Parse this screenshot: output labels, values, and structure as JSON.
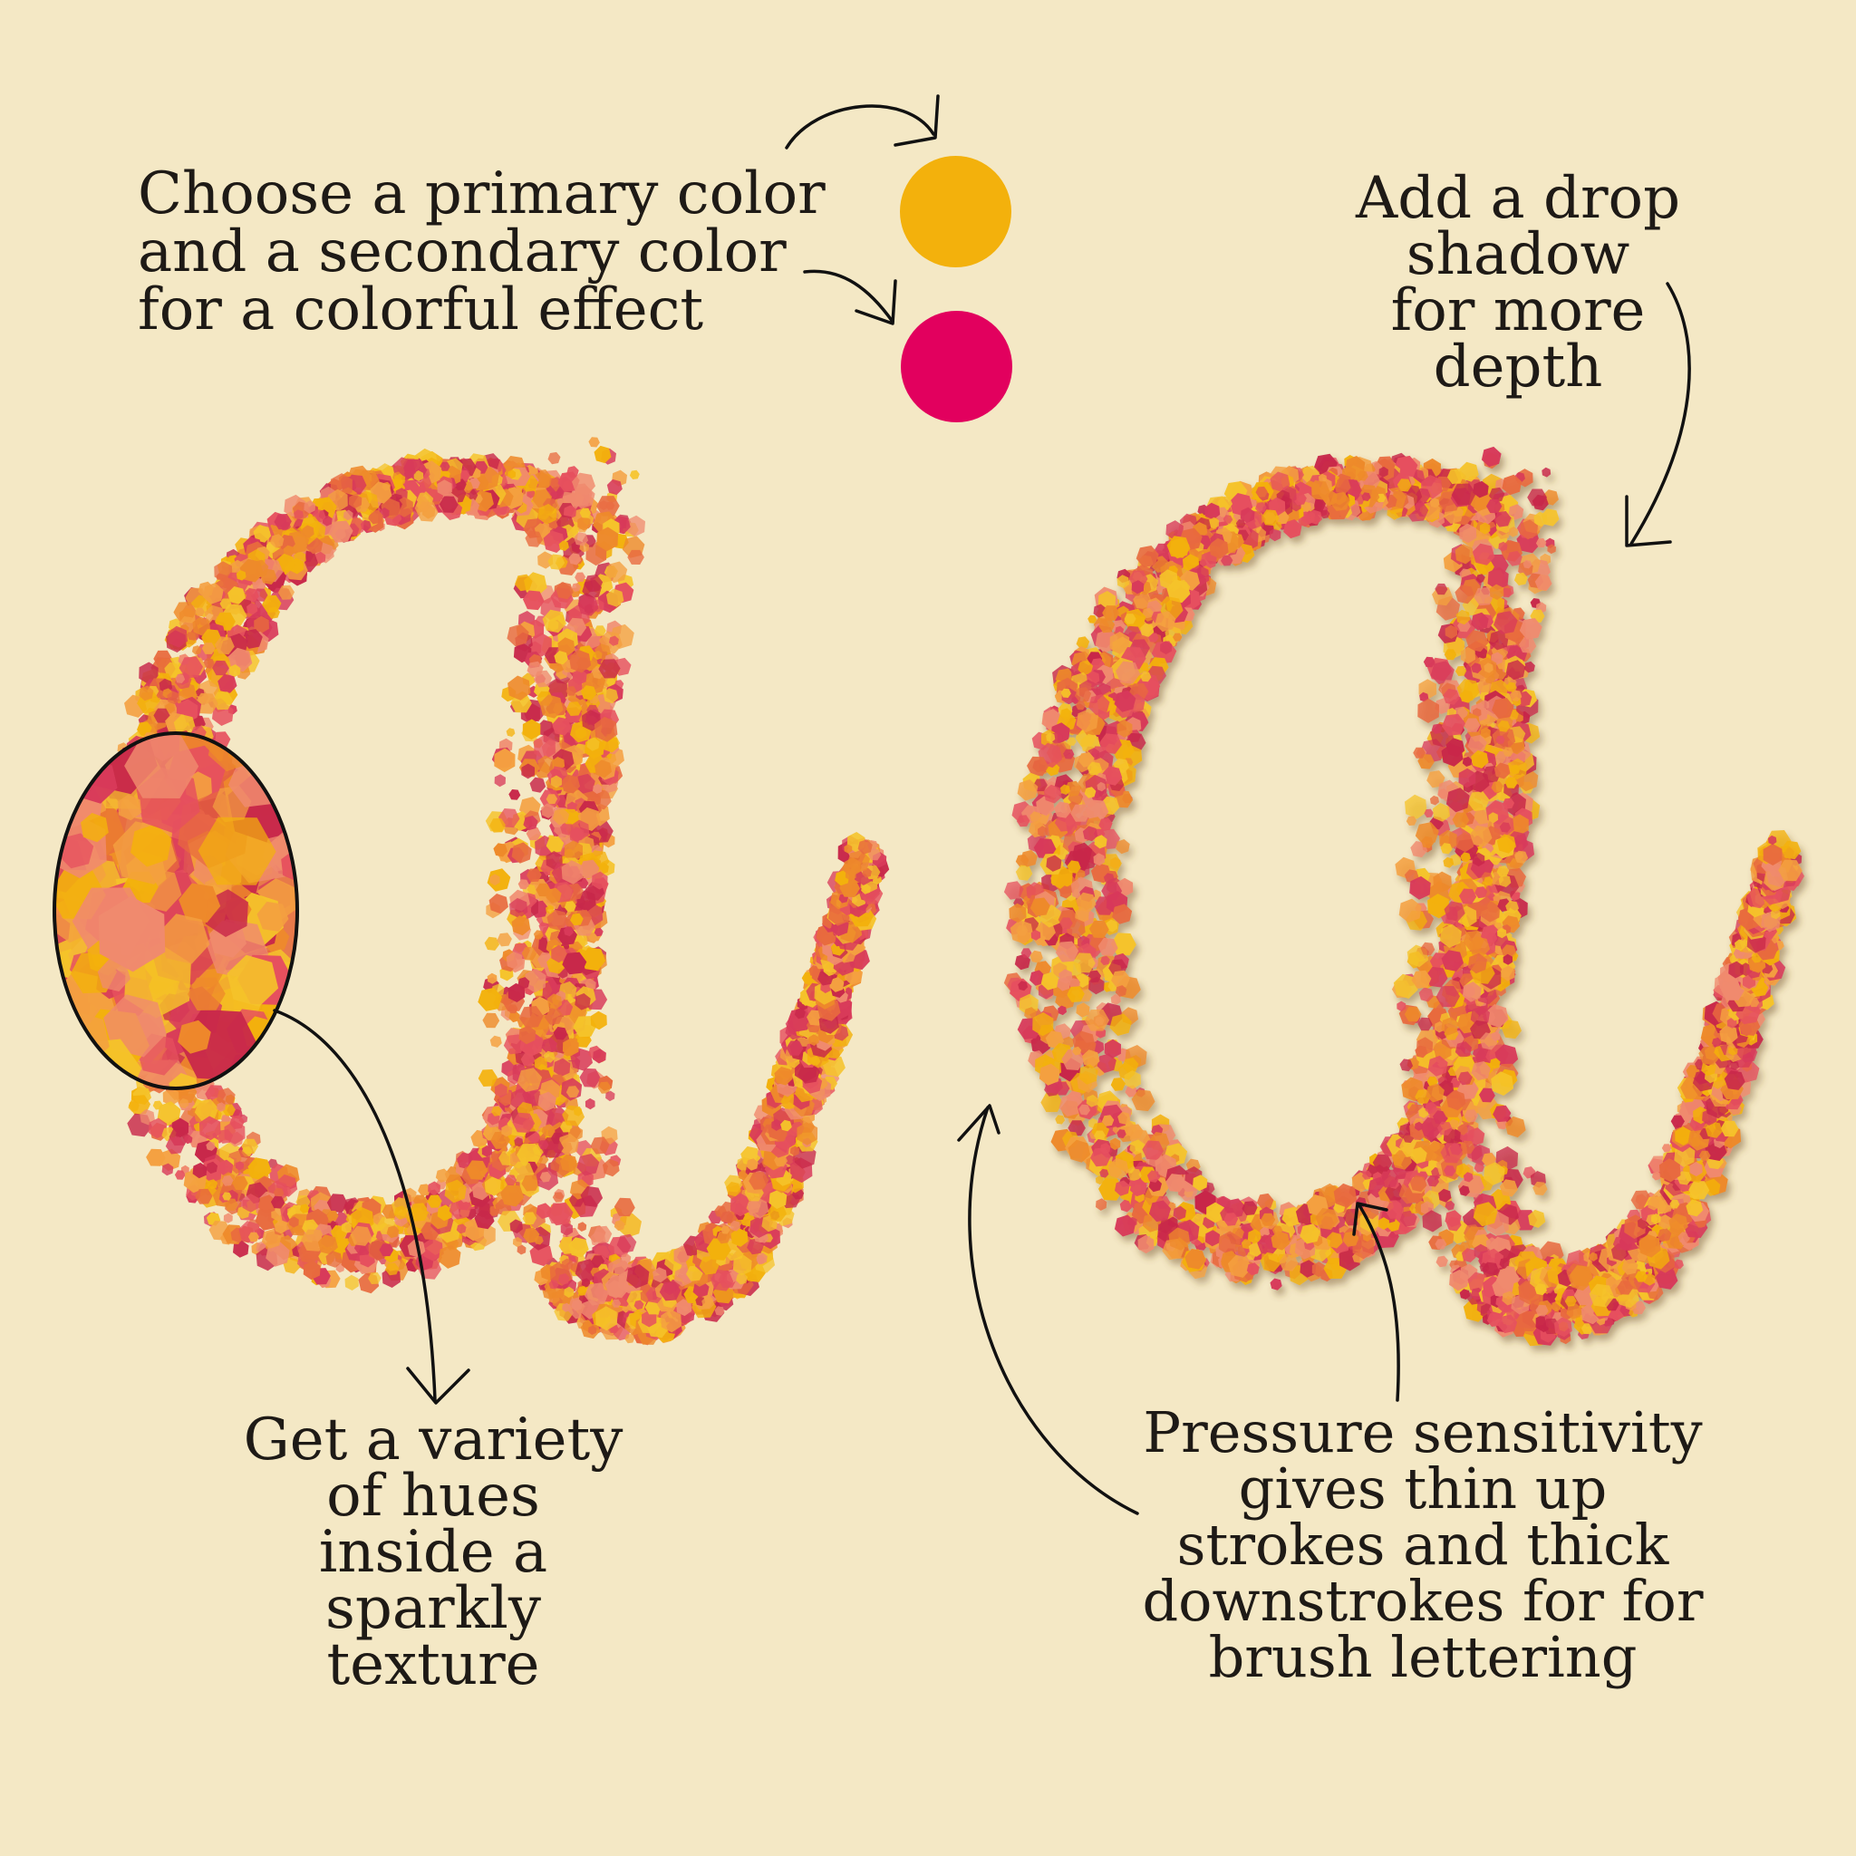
{
  "colors": {
    "background": "#f4e8c5",
    "primary": "#f3b10c",
    "secondary": "#e2005e",
    "ink": "#1e1a16",
    "glitter_palette": [
      "#f3b10c",
      "#f5c32a",
      "#ee8a2a",
      "#e86a3e",
      "#e6505e",
      "#d83a5a",
      "#f08a6e",
      "#c8284a",
      "#f4a040"
    ]
  },
  "annotations": {
    "primary_secondary": [
      "Choose a primary color",
      "and a secondary color",
      "for a colorful effect"
    ],
    "drop_shadow": [
      "Add a drop",
      "shadow",
      "for more",
      "depth"
    ],
    "hues": [
      "Get a variety",
      "of hues",
      "inside a",
      "sparkly",
      "texture"
    ],
    "pressure": [
      "Pressure sensitivity",
      "gives thin up",
      "strokes and thick",
      "downstrokes for for",
      "brush lettering"
    ]
  },
  "icons": {
    "arrows": "hand-drawn-arrow-icon",
    "swatches": "color-swatch-circle",
    "letters": "glitter-letter-a"
  }
}
